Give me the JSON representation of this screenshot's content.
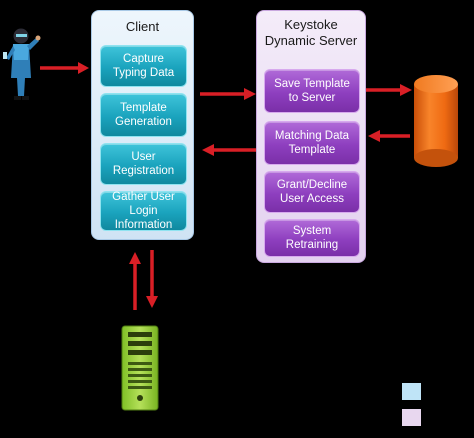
{
  "colors": {
    "background": "#000000",
    "client_panel": "#dcecf9",
    "client_box": "#1aa3bd",
    "server_panel": "#e9dcf3",
    "server_box": "#8e3fbf",
    "arrow": "#d91f26",
    "database": "#ef6a12",
    "computer": "#9ed13f",
    "legend_client": "#bfe4f7",
    "legend_server": "#e8d7ef"
  },
  "client": {
    "title": "Client",
    "items": [
      {
        "label": "Capture Typing Data"
      },
      {
        "label": "Template Generation"
      },
      {
        "label": "User Registration"
      },
      {
        "label": "Gather User Login Information"
      }
    ]
  },
  "server": {
    "title": "Keystoke Dynamic Server",
    "items": [
      {
        "label": "Save Template to Server"
      },
      {
        "label": "Matching Data Template"
      },
      {
        "label": "Grant/Decline User Access"
      },
      {
        "label": "System Retraining"
      }
    ]
  },
  "icons": {
    "user": "person-icon",
    "database": "database-icon",
    "computer": "computer-tower-icon"
  }
}
